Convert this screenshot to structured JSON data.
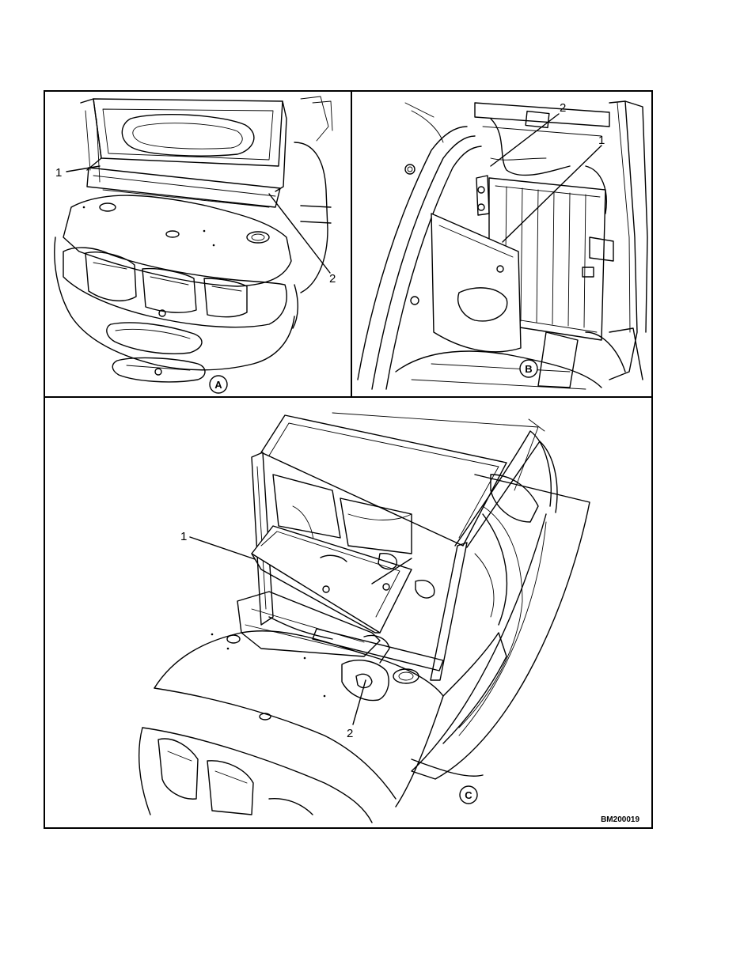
{
  "figure_id": "BM200019",
  "panels": [
    {
      "view": "A",
      "callouts": [
        "1",
        "2"
      ]
    },
    {
      "view": "B",
      "callouts": [
        "2",
        "1"
      ]
    },
    {
      "view": "C",
      "callouts": [
        "1",
        "2"
      ]
    }
  ]
}
